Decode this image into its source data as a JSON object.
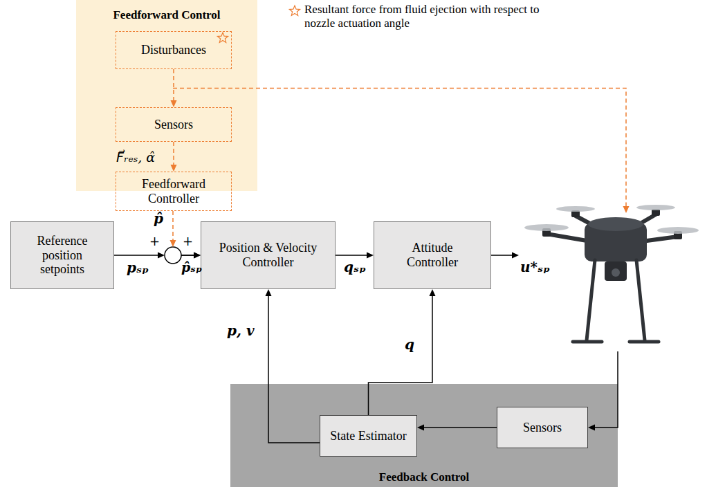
{
  "diagram": {
    "nodes": [
      {
        "text": [
          "Feedforward Control"
        ]
      },
      {
        "text": [
          "Disturbances"
        ],
        "in": 0
      },
      {
        "text": [
          "Sensors"
        ],
        "in": 0
      },
      {
        "text": [
          "Feedforward Controller"
        ],
        "in": 0
      },
      {
        "text": [
          "Reference position setpoints"
        ]
      },
      {
        "text": [
          "Position & Velocity Controller"
        ]
      },
      {
        "text": [
          "Attitude Controller"
        ]
      },
      {
        "text": [
          "Feedback Control"
        ]
      },
      {
        "text": [
          "State Estimator"
        ],
        "in": 7
      },
      {
        "text": [
          "Sensors"
        ],
        "in": 7
      }
    ],
    "edges": [
      {
        "from": 1,
        "to": 2,
        "arrow": "to"
      },
      {
        "from": 2,
        "to": 3,
        "arrow": "to"
      },
      {
        "from": 3,
        "to": 5,
        "arrow": "to"
      },
      {
        "from": 4,
        "to": 5,
        "arrow": "to"
      },
      {
        "from": 5,
        "to": 6,
        "arrow": "to"
      },
      {
        "from": 9,
        "to": 8,
        "arrow": "to"
      },
      {
        "from": 8,
        "to": 5,
        "arrow": "to"
      },
      {
        "from": 8,
        "to": 6,
        "arrow": "to"
      }
    ],
    "labels": [
      "F⃗ᵣₑₛ, α̂",
      "p̂",
      "+",
      "+",
      "pₛₚ",
      "p̂ₛₚ",
      "qₛₚ",
      "u*ₛₚ",
      "q",
      "p, v"
    ],
    "legend": [
      {
        "text": "Resultant force from fluid ejection with respect to nozzle actuation angle"
      }
    ]
  }
}
